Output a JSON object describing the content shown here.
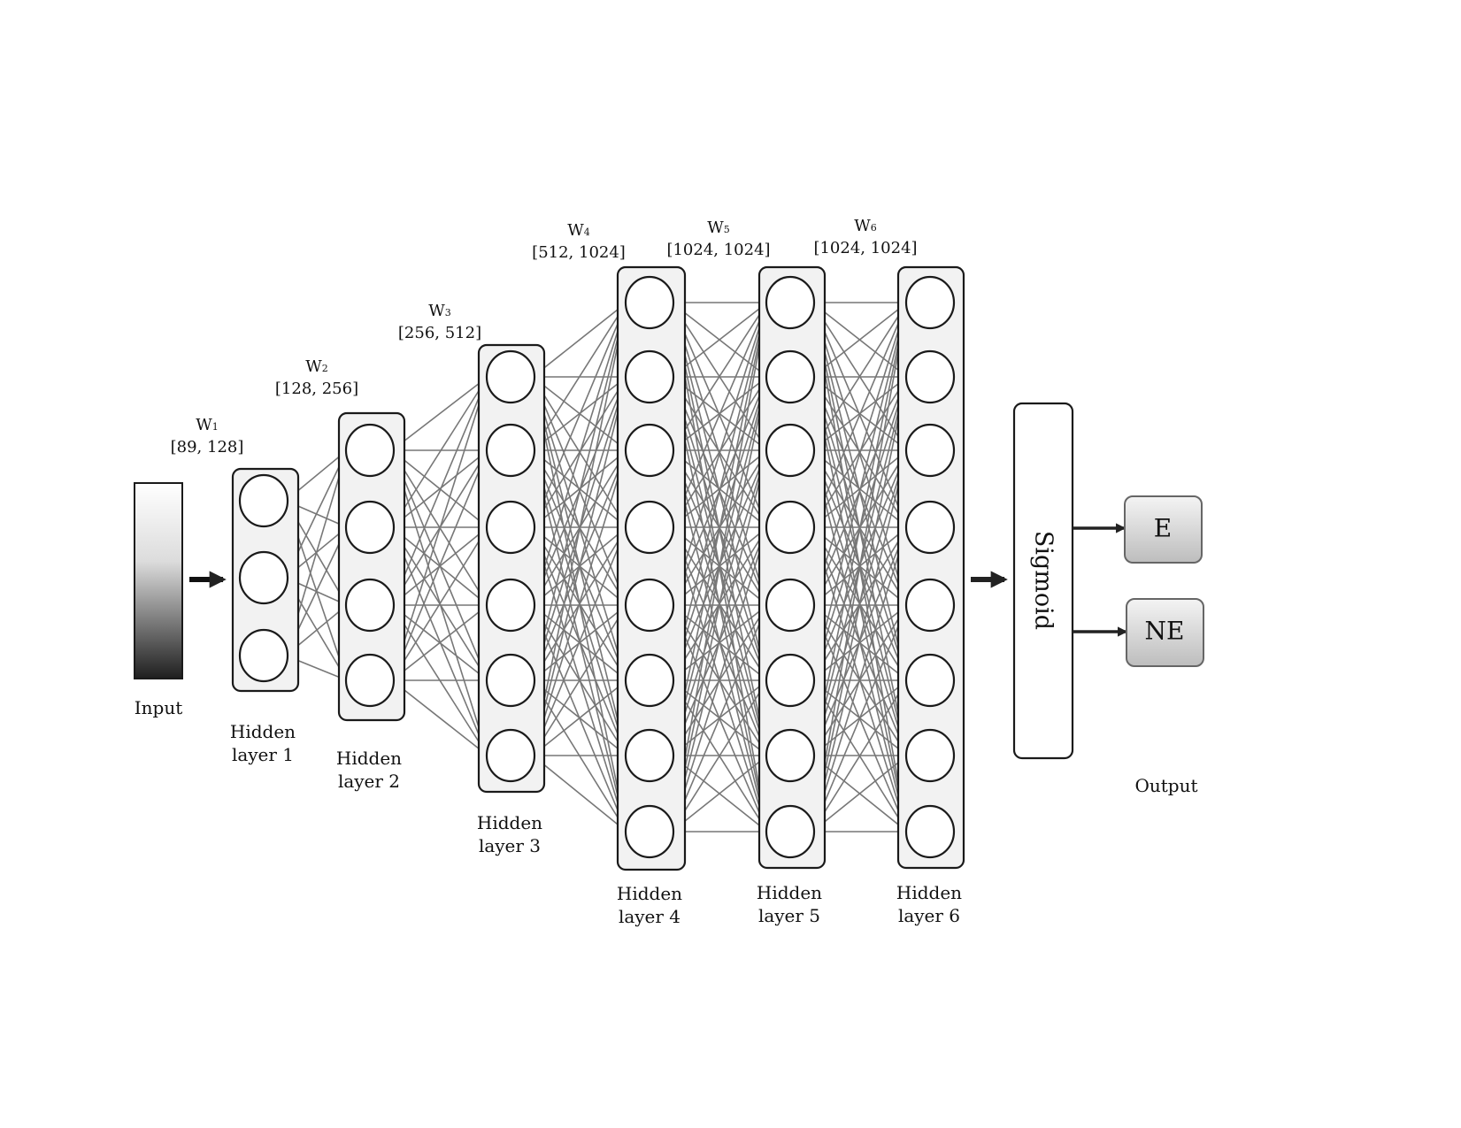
{
  "input": {
    "label": "Input"
  },
  "layers": [
    {
      "name": "Hidden",
      "name2": "layer 1",
      "neurons": 3
    },
    {
      "name": "Hidden",
      "name2": "layer 2",
      "neurons": 4
    },
    {
      "name": "Hidden",
      "name2": "layer 3",
      "neurons": 6
    },
    {
      "name": "Hidden",
      "name2": "layer 4",
      "neurons": 8
    },
    {
      "name": "Hidden",
      "name2": "layer 5",
      "neurons": 8
    },
    {
      "name": "Hidden",
      "name2": "layer 6",
      "neurons": 8
    }
  ],
  "weights": [
    {
      "name": "W",
      "sub": "1",
      "shape": "[89, 128]"
    },
    {
      "name": "W",
      "sub": "2",
      "shape": "[128, 256]"
    },
    {
      "name": "W",
      "sub": "3",
      "shape": "[256, 512]"
    },
    {
      "name": "W",
      "sub": "4",
      "shape": "[512, 1024]"
    },
    {
      "name": "W",
      "sub": "5",
      "shape": "[1024, 1024]"
    },
    {
      "name": "W",
      "sub": "6",
      "shape": "[1024, 1024]"
    }
  ],
  "activation": {
    "label": "Sigmoid"
  },
  "outputs": [
    {
      "label": "E"
    },
    {
      "label": "NE"
    }
  ],
  "output_label": "Output",
  "colors": {
    "edge": "#777777",
    "box_fill": "#f2f2f2",
    "stroke": "#1a1a1a"
  }
}
